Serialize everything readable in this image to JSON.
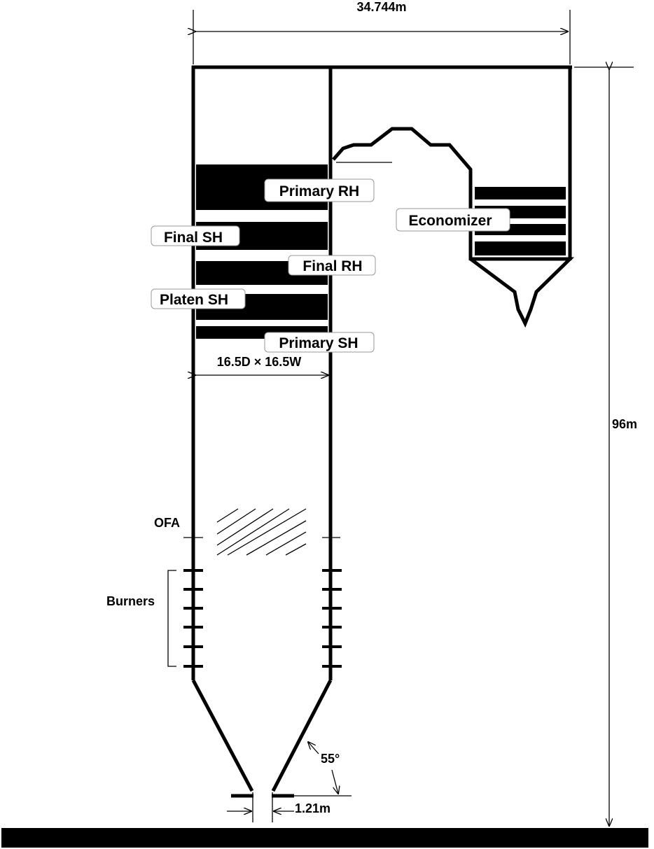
{
  "dimensions": {
    "width_total": "34.744m",
    "height_total": "96m",
    "furnace_section": "16.5D × 16.5W",
    "hopper_angle": "55°",
    "throat_width": "1.21m"
  },
  "components": {
    "primary_rh": "Primary RH",
    "final_sh": "Final SH",
    "final_rh": "Final RH",
    "platen_sh": "Platen SH",
    "primary_sh": "Primary SH",
    "economizer": "Economizer"
  },
  "zones": {
    "ofa": "OFA",
    "burners": "Burners"
  }
}
